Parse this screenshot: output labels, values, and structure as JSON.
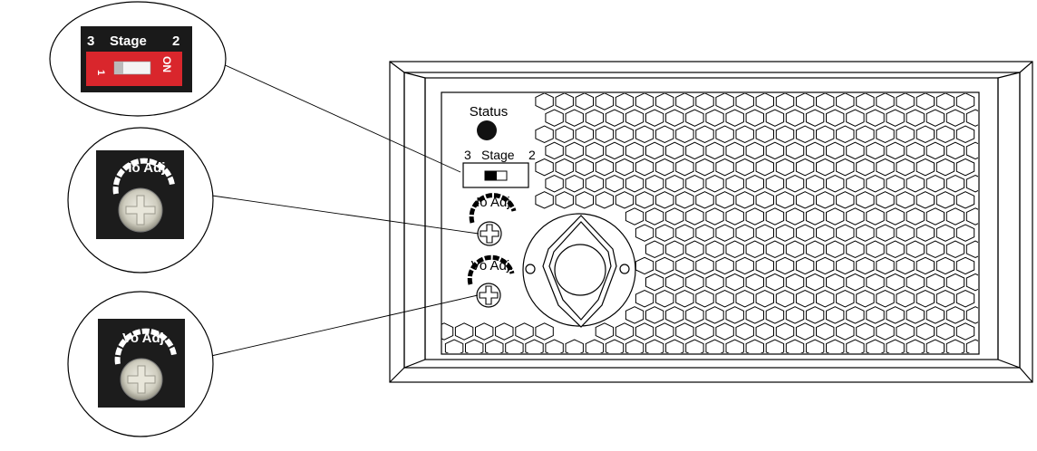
{
  "panel": {
    "status_label": "Status",
    "stage_left": "3",
    "stage_label": "Stage",
    "stage_right": "2",
    "io_label": "Io Adj.",
    "vo_label": "Vo Adj."
  },
  "callouts": {
    "stage_switch": {
      "left": "3",
      "label": "Stage",
      "right": "2",
      "switch_off": "1",
      "switch_on": "ON",
      "switch_color": "#d9262c"
    },
    "io_adj": {
      "label": "Io Adj."
    },
    "vo_adj": {
      "label": "Vo Adj."
    }
  }
}
